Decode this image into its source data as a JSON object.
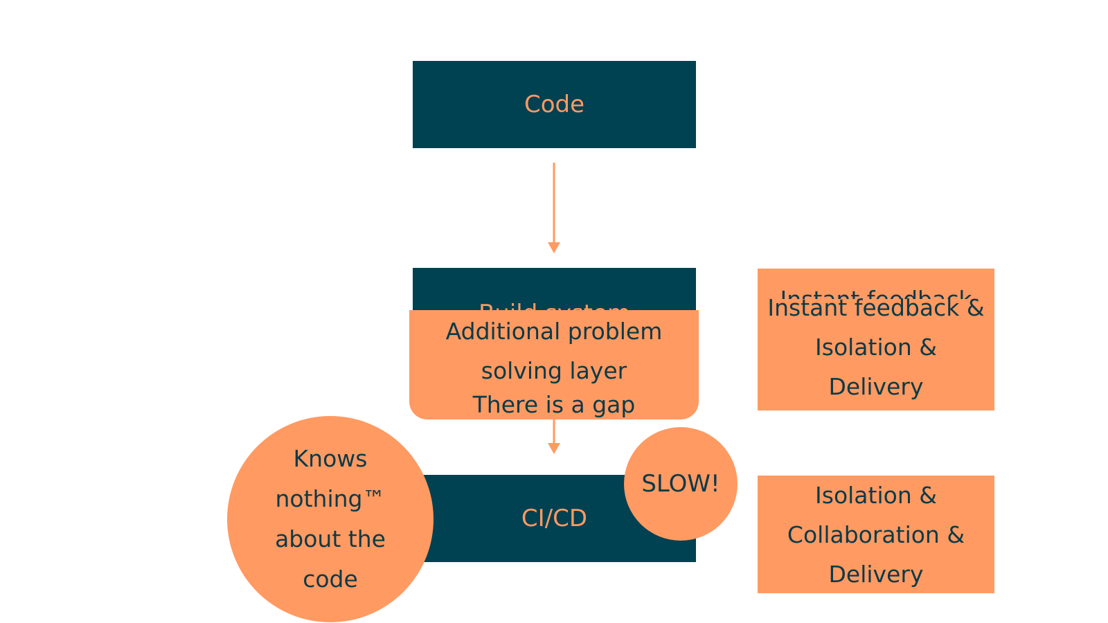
{
  "nodes": {
    "code": "Code",
    "build_system": "Build system",
    "cicd": "CI/CD"
  },
  "gap_note": {
    "label": "There is a gap",
    "overlay": "Additional problem solving layer"
  },
  "circles": {
    "knows_nothing": "Knows nothing™ about the code",
    "slow": "SLOW!"
  },
  "side_notes": {
    "top_back": "Instant feedback",
    "top_front": "Instant feedback & Isolation & Delivery",
    "bottom": "Isolation & Collaboration & Delivery"
  },
  "colors": {
    "dark": "#004152",
    "accent": "#ff9a62",
    "text_dark": "#0b3a48"
  }
}
